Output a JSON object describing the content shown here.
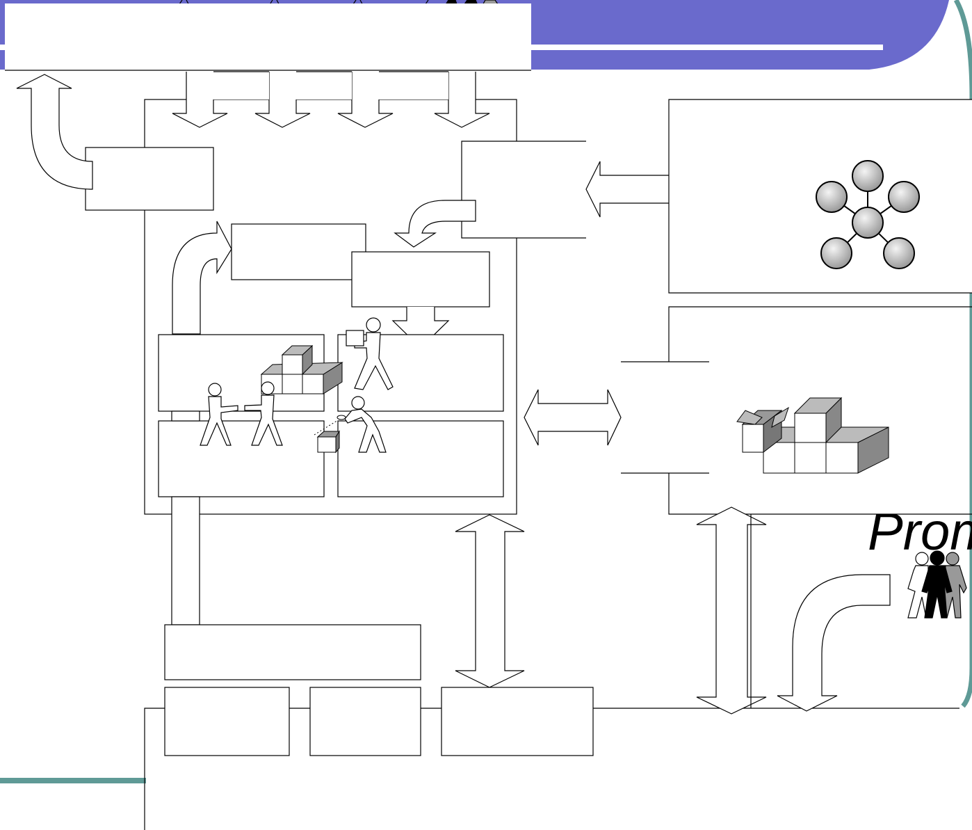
{
  "slide": {
    "banner_color": "#6a6acc",
    "frame_color": "#5f9a96",
    "partial_title_fragment": "Prom"
  },
  "diagram": {
    "boxes": [
      {
        "name": "top-header-box",
        "label": ""
      },
      {
        "name": "outer-process-box",
        "label": ""
      },
      {
        "name": "left-output-box",
        "label": ""
      },
      {
        "name": "upper-center-box",
        "label": ""
      },
      {
        "name": "upper-right-inner-box",
        "label": ""
      },
      {
        "name": "right-input-box",
        "label": ""
      },
      {
        "name": "work-cell-top-left",
        "label": ""
      },
      {
        "name": "work-cell-top-right",
        "label": ""
      },
      {
        "name": "work-cell-bottom-left",
        "label": ""
      },
      {
        "name": "work-cell-bottom-right",
        "label": ""
      },
      {
        "name": "network-panel",
        "label": ""
      },
      {
        "name": "inventory-panel",
        "label": ""
      },
      {
        "name": "bottom-wide-box",
        "label": ""
      },
      {
        "name": "bottom-box-1",
        "label": ""
      },
      {
        "name": "bottom-box-2",
        "label": ""
      },
      {
        "name": "bottom-box-3",
        "label": ""
      }
    ],
    "icons": [
      "network-hub-icon",
      "stacked-boxes-icon",
      "people-group-icon",
      "workers-icon",
      "open-box-icon"
    ]
  }
}
